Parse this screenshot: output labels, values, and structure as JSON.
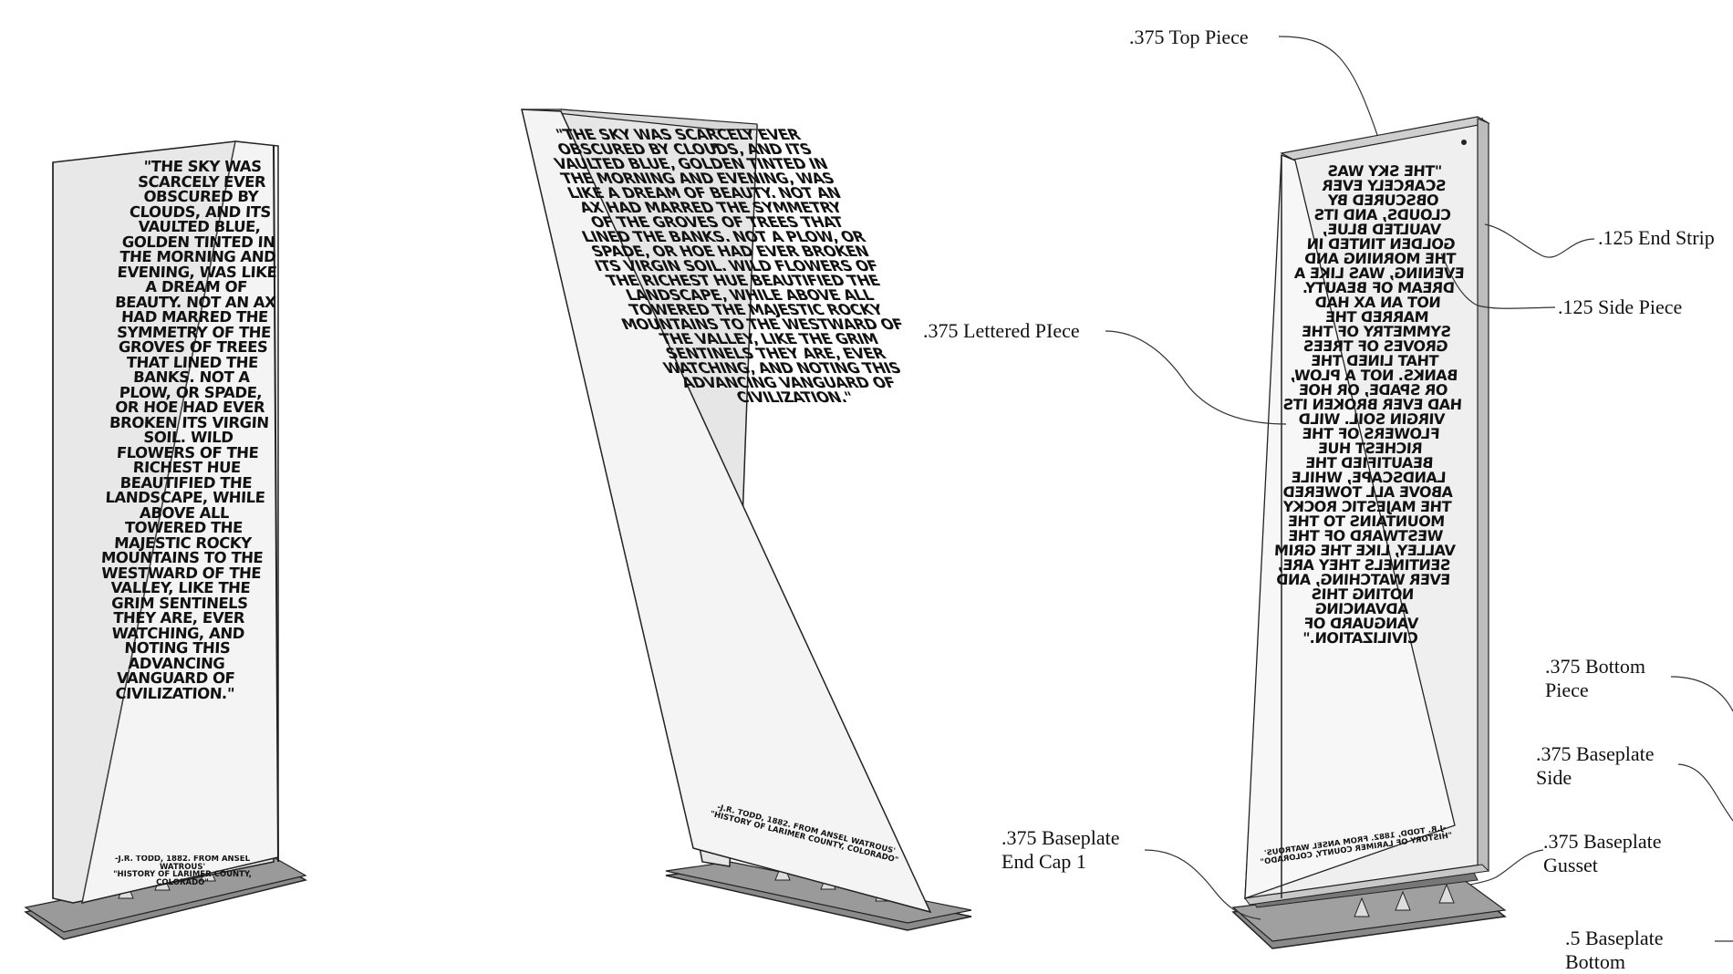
{
  "diagram": {
    "inscription": "\"THE SKY WAS SCARCELY EVER OBSCURED BY CLOUDS, AND ITS VAULTED BLUE, GOLDEN TINTED IN THE MORNING AND EVENING, WAS LIKE A DREAM OF BEAUTY. NOT AN AX HAD MARRED THE SYMMETRY OF THE GROVES OF TREES THAT LINED THE BANKS. NOT A PLOW, OR SPADE, OR HOE HAD EVER BROKEN ITS VIRGIN SOIL. WILD FLOWERS OF THE RICHEST HUE BEAUTIFIED THE LANDSCAPE, WHILE ABOVE ALL TOWERED THE MAJESTIC ROCKY MOUNTAINS TO THE WESTWARD OF THE VALLEY, LIKE THE GRIM SENTINELS THEY ARE, EVER WATCHING, AND NOTING THIS ADVANCING VANGUARD OF CIVILIZATION.\"",
    "attribution_1": "-J.R. TODD, 1882. FROM ANSEL WATROUS'",
    "attribution_2": "\"HISTORY OF LARIMER COUNTY, COLORADO\"",
    "labels": {
      "top_piece": ".375 Top Piece",
      "end_strip": ".125 End Strip",
      "side_piece": ".125 Side Piece",
      "lettered_piece": ".375 Lettered PIece",
      "bottom_piece_1": ".375 Bottom",
      "bottom_piece_2": "Piece",
      "baseplate_side_1": ".375 Baseplate",
      "baseplate_side_2": "Side",
      "end_cap_1": ".375 Baseplate",
      "end_cap_2": "End Cap 1",
      "gusset_1": ".375 Baseplate",
      "gusset_2": "Gusset",
      "baseplate_bottom_1": ".5 Baseplate",
      "baseplate_bottom_2": "Bottom"
    }
  }
}
